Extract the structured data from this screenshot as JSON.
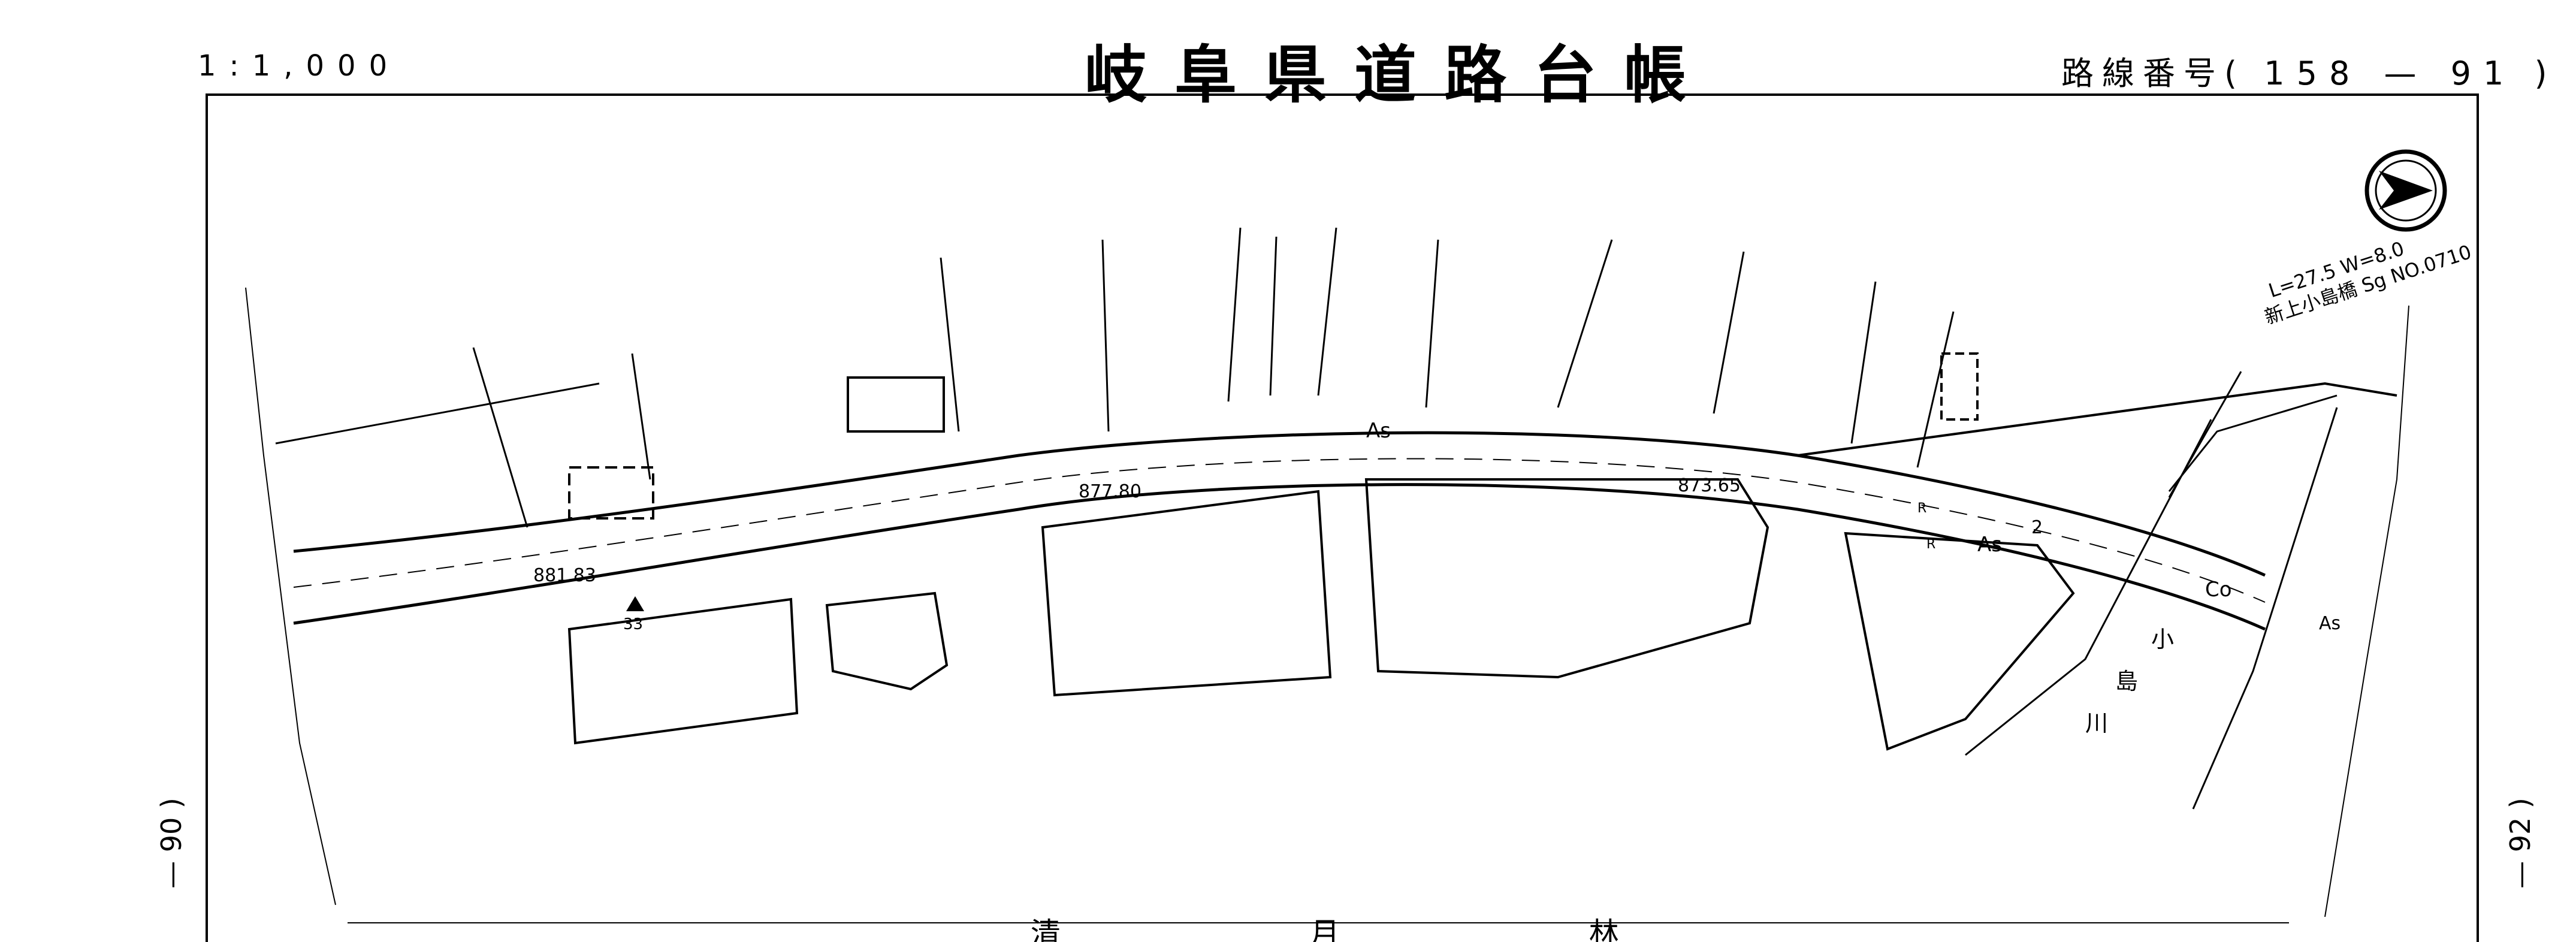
{
  "header": {
    "scale": "1:1,000",
    "title": "岐阜県道路台帳",
    "route_label": "路線番号",
    "route_number": "158 — 91"
  },
  "side_refs": {
    "left": "— 90 )",
    "right": "— 92 )"
  },
  "map": {
    "bridge_info": {
      "dims": "L=27.5  W=8.0",
      "name": "新上小島橋 Sg NO.0710"
    },
    "elevations": [
      "881.83",
      "877.80",
      "873.65"
    ],
    "benchmark_no": "33",
    "pavement_labels": [
      "As",
      "As",
      "As",
      "Co"
    ],
    "lane_marks": [
      "R",
      "R",
      "2"
    ],
    "river_label_chars": [
      "小",
      "島",
      "川"
    ],
    "bottom_text": "清  月  林"
  },
  "colors": {
    "ink": "#000000",
    "paper": "#ffffff"
  }
}
